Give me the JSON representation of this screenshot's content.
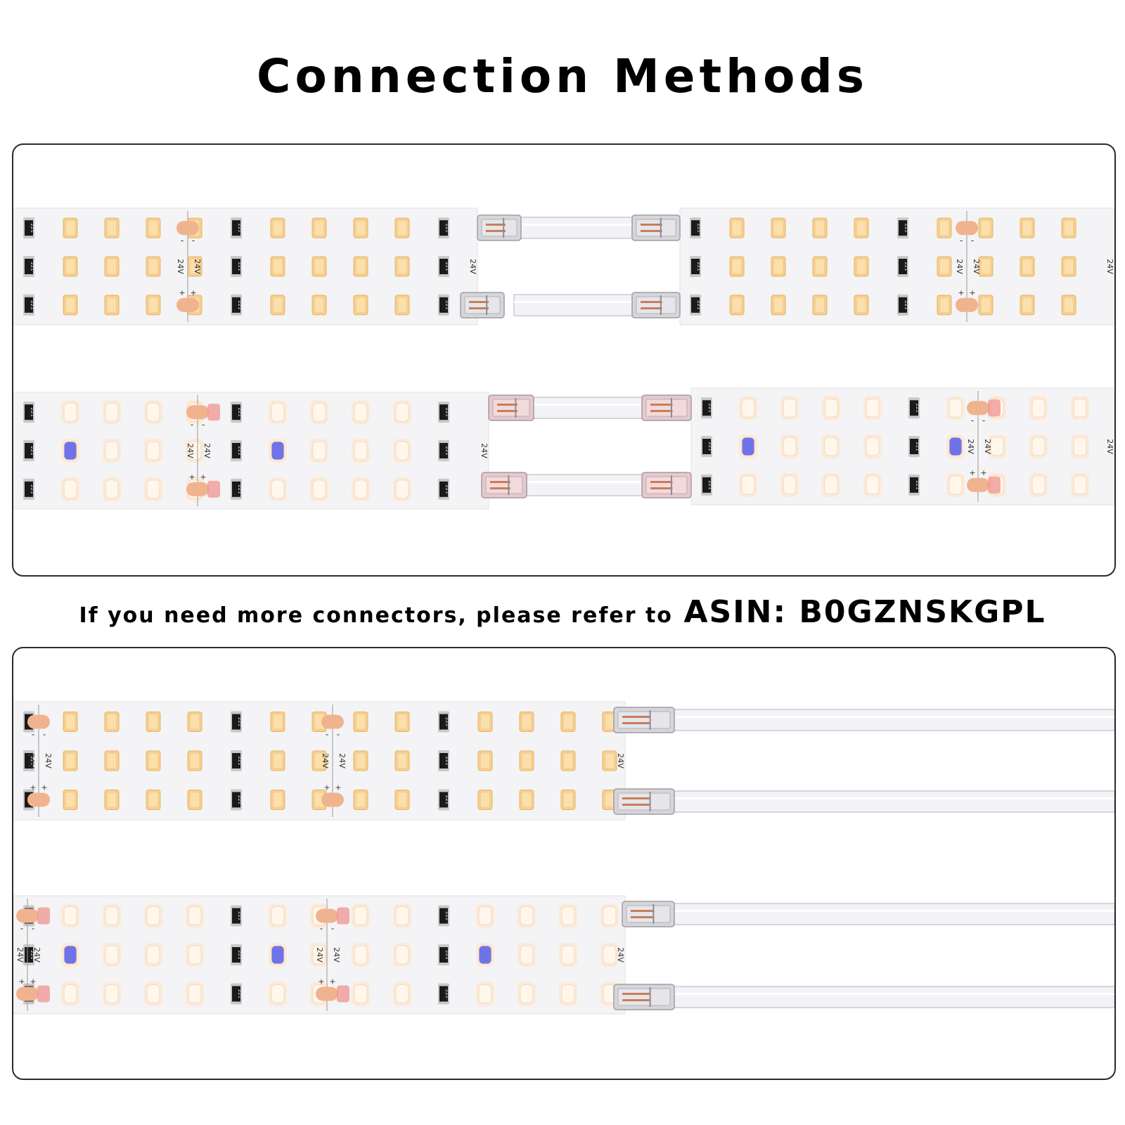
{
  "title": "Connection Methods",
  "note": {
    "lead": "If you need more connectors, please refer to",
    "asin": "ASIN: B0GZNSKGPL"
  },
  "strip": {
    "voltage_label": "24V",
    "resistor_label": "221",
    "plus_sign": "+",
    "minus_sign": "-"
  },
  "colors": {
    "pcb": "#f4f4f6",
    "led_warm": "#f6cf8e",
    "led_lit": "#fff7ec",
    "led_blue": "#6f73e8",
    "led_red": "#f08c8c",
    "solder_pad": "#f0b38f",
    "wire": "#f3f3f7",
    "connector": "#c8c8cc"
  },
  "panels": [
    {
      "name": "strip-to-strip-connection",
      "method": "wire-jumper"
    },
    {
      "name": "strip-to-wire-connection",
      "method": "wire-lead"
    }
  ]
}
